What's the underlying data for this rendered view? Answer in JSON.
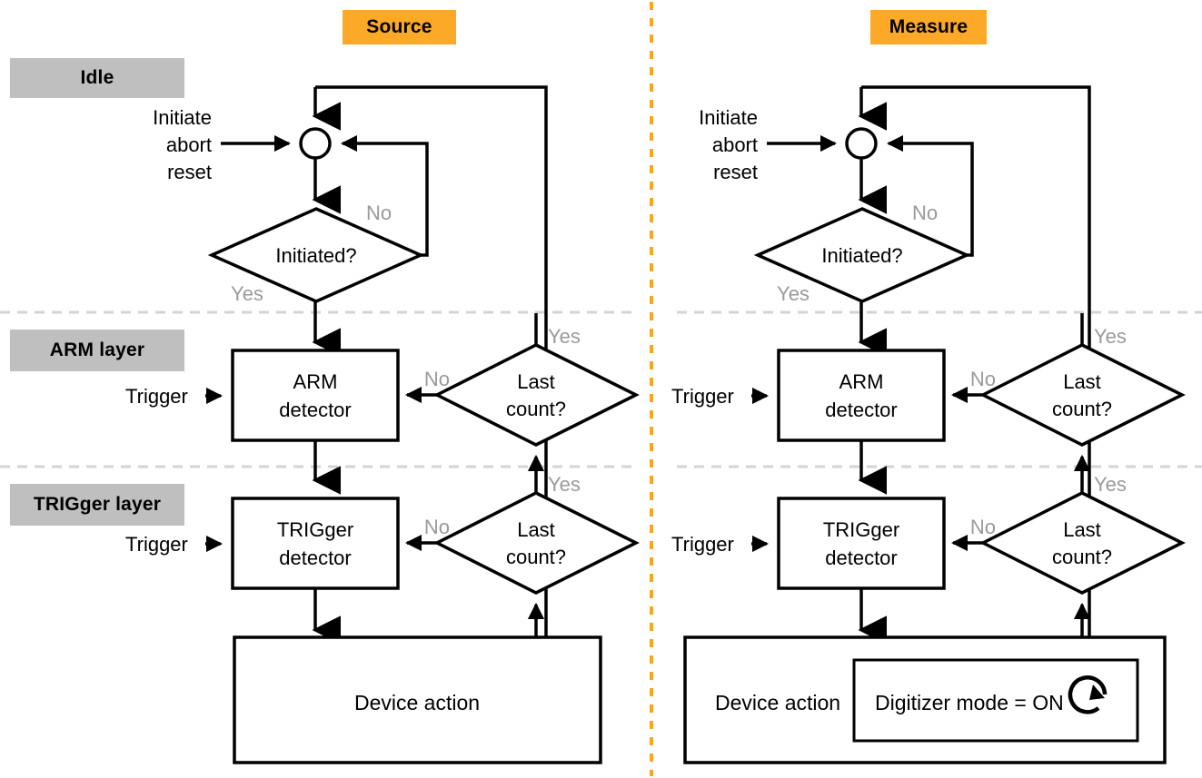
{
  "figure": {
    "title": "Source and Measure trigger model flowchart",
    "background": "#ffffff",
    "accent_orange": "#FBA927",
    "layer_badge_gray": "#BFBFBF",
    "edge_label_gray": "#9a9a9a",
    "separator_gray": "#d4d4d4"
  },
  "columns": [
    {
      "id": "source",
      "label": "Source"
    },
    {
      "id": "measure",
      "label": "Measure"
    }
  ],
  "layers": [
    {
      "id": "idle",
      "label": "Idle"
    },
    {
      "id": "arm",
      "label": "ARM layer"
    },
    {
      "id": "trigger",
      "label": "TRIGger layer"
    }
  ],
  "source": {
    "inputs": {
      "idle_input_line1": "Initiate",
      "idle_input_line2": "abort",
      "idle_input_line3": "reset",
      "arm_trigger": "Trigger",
      "trigger_trigger": "Trigger"
    },
    "nodes": {
      "junction": "junction-circle",
      "initiated_decision": "Initiated?",
      "arm_detector_line1": "ARM",
      "arm_detector_line2": "detector",
      "arm_last_count_line1": "Last",
      "arm_last_count_line2": "count?",
      "trig_detector_line1": "TRIGger",
      "trig_detector_line2": "detector",
      "trig_last_count_line1": "Last",
      "trig_last_count_line2": "count?",
      "device_action": "Device action"
    },
    "edge_labels": {
      "initiated_no": "No",
      "initiated_yes": "Yes",
      "arm_last_count_no": "No",
      "arm_last_count_yes": "Yes",
      "trig_last_count_no": "No",
      "trig_last_count_yes": "Yes"
    }
  },
  "measure": {
    "inputs": {
      "idle_input_line1": "Initiate",
      "idle_input_line2": "abort",
      "idle_input_line3": "reset",
      "arm_trigger": "Trigger",
      "trigger_trigger": "Trigger"
    },
    "nodes": {
      "junction": "junction-circle",
      "initiated_decision": "Initiated?",
      "arm_detector_line1": "ARM",
      "arm_detector_line2": "detector",
      "arm_last_count_line1": "Last",
      "arm_last_count_line2": "count?",
      "trig_detector_line1": "TRIGger",
      "trig_detector_line2": "detector",
      "trig_last_count_line1": "Last",
      "trig_last_count_line2": "count?",
      "device_action": "Device action",
      "digitizer_mode": "Digitizer mode = ON",
      "digitizer_loop_icon": "loop-arrow-icon"
    },
    "edge_labels": {
      "initiated_no": "No",
      "initiated_yes": "Yes",
      "arm_last_count_no": "No",
      "arm_last_count_yes": "Yes",
      "trig_last_count_no": "No",
      "trig_last_count_yes": "Yes"
    }
  }
}
